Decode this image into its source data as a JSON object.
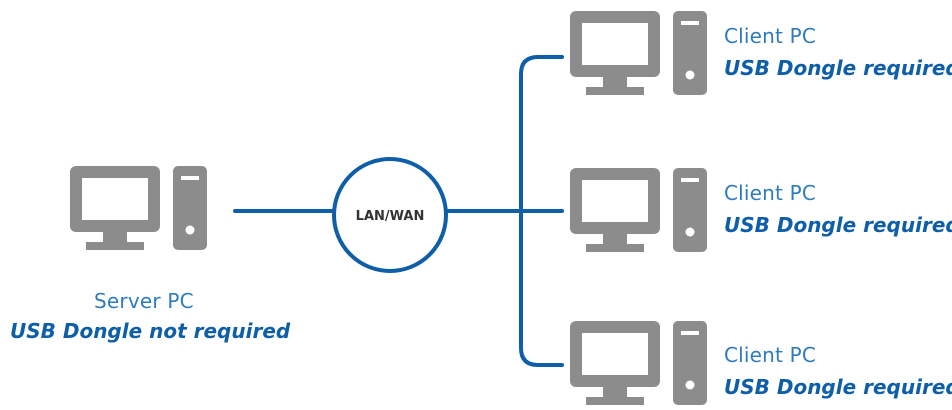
{
  "colors": {
    "line": "#0e5ea8",
    "computer": "#8c8c8c",
    "title_text": "#2e7cbf",
    "sub_text": "#0e5ea8",
    "hub_text": "#333333",
    "background": "#ffffff"
  },
  "icons": {
    "computer": "desktop-computer-icon",
    "hub": "network-hub-circle"
  },
  "hub": {
    "label": "LAN/WAN"
  },
  "server": {
    "title": "Server PC",
    "subtitle": "USB Dongle not required"
  },
  "clients": [
    {
      "title": "Client PC",
      "subtitle": "USB Dongle required"
    },
    {
      "title": "Client PC",
      "subtitle": "USB Dongle required"
    },
    {
      "title": "Client PC",
      "subtitle": "USB Dongle required"
    }
  ]
}
